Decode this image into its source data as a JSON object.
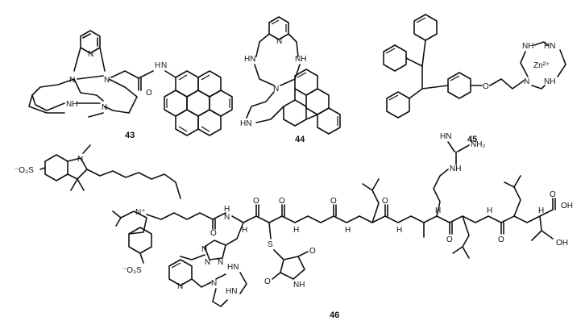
{
  "compounds": [
    {
      "label": "43"
    },
    {
      "label": "44"
    },
    {
      "label": "45"
    },
    {
      "label": "46"
    }
  ],
  "atoms": {
    "N": "N",
    "NH": "NH",
    "HN": "HN",
    "H": "H",
    "O": "O",
    "S": "S",
    "OH": "OH",
    "NH2": "NH₂",
    "N_plus": "N⁺",
    "Zn": "Zn²⁺",
    "SO3": "⁻O₃S",
    "SO3b": "⁻O₃S",
    "COOH": "OH",
    "O2": "O"
  }
}
